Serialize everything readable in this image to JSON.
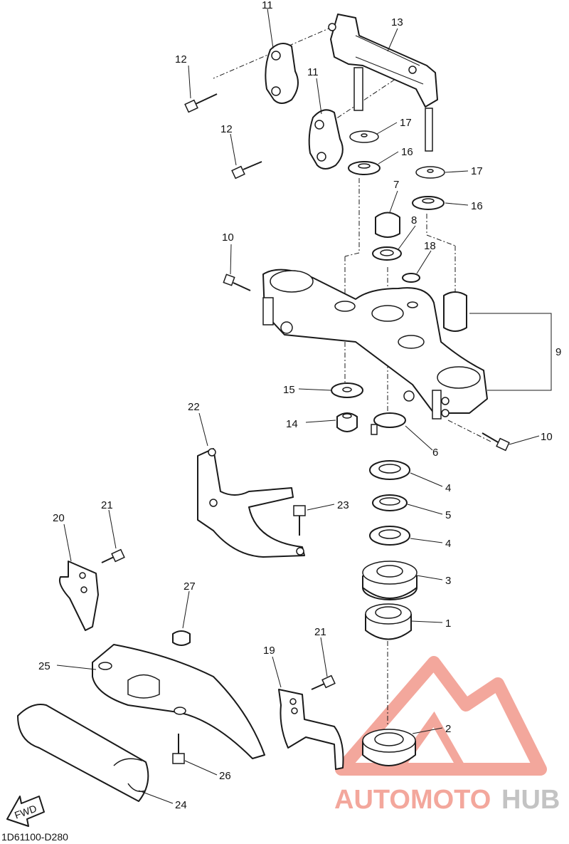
{
  "diagram": {
    "reference_code": "1D61100-D280",
    "fwd_label": "FWD",
    "callouts": {
      "c1": "1",
      "c2": "2",
      "c3": "3",
      "c4a": "4",
      "c4b": "4",
      "c5": "5",
      "c6": "6",
      "c7": "7",
      "c8": "8",
      "c9": "9",
      "c10a": "10",
      "c10b": "10",
      "c11a": "11",
      "c11b": "11",
      "c12a": "12",
      "c12b": "12",
      "c13": "13",
      "c14": "14",
      "c15": "15",
      "c16a": "16",
      "c16b": "16",
      "c17a": "17",
      "c17b": "17",
      "c18": "18",
      "c19": "19",
      "c20": "20",
      "c21a": "21",
      "c21b": "21",
      "c22": "22",
      "c23": "23",
      "c24": "24",
      "c25": "25",
      "c26": "26",
      "c27": "27"
    }
  },
  "watermark": {
    "part1": "AUTOMOTO",
    "part2": "HUB",
    "color_primary": "#f08a7c",
    "color_secondary": "#b7b7b7"
  }
}
